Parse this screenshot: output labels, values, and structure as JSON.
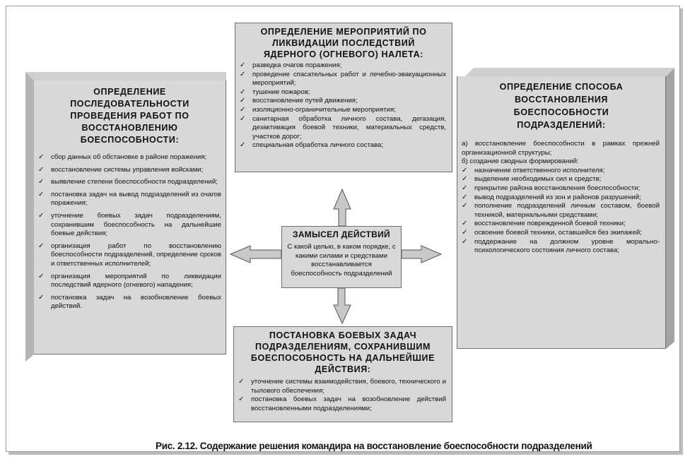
{
  "top": {
    "title": "ОПРЕДЕЛЕНИЕ МЕРОПРИЯТИЙ ПО ЛИКВИДАЦИИ ПОСЛЕДСТВИЙ ЯДЕРНОГО (ОГНЕВОГО) НАЛЕТА:",
    "items": [
      "разведка очагов поражения;",
      "проведение спасательных работ и лечебно-эвакуационных мероприятий;",
      "тушение пожаров;",
      "восстановление путей движения;",
      "изоляционно-ограничительные мероприятия;",
      "санитарная обработка личного состава, дегазация, дезактивация боевой техники, материальных средств, участков дорог;",
      "специальная обработка личного состава;"
    ]
  },
  "left": {
    "title": "ОПРЕДЕЛЕНИЕ ПОСЛЕДОВАТЕЛЬНОСТИ ПРОВЕДЕНИЯ РАБОТ ПО ВОССТАНОВЛЕНИЮ БОЕСПОСОБНОСТИ:",
    "items": [
      "сбор данных об обстановке в районе поражения;",
      "восстановление системы управления войсками;",
      "выявление степени боеспособности подразделений;",
      "постановка задач на вывод подразделений из очагов поражения;",
      "уточнение боевых задач подразделениям, сохранившим боеспособность на дальнейшие боевые действия;",
      "организация работ по восстановлению боеспособности подразделений, определение сроков и ответственных исполнителей;",
      "организация мероприятий по ликвидации последствий ядерного (огневого) нападения;",
      "постановка задач на возобновление боевых действий."
    ]
  },
  "right": {
    "title": "ОПРЕДЕЛЕНИЕ СПОСОБА ВОССТАНОВЛЕНИЯ БОЕСПОСОБНОСТИ ПОДРАЗДЕЛЕНИЙ:",
    "plain": [
      "а) восстановление боеспособности в рамках прежней организационной структуры;",
      "б) создание сводных формирований:"
    ],
    "items": [
      "назначение ответственного исполнителя;",
      "выделение необходимых сил и средств;",
      "прикрытие района восстановления боеспособности;",
      "вывод подразделений из зон и районов разрушений;",
      "пополнение подразделений личным составом, боевой техникой, материальными средствами;",
      "восстановление поврежденной боевой техники;",
      "освоение боевой техники, оставшейся без экипажей;",
      "поддержание на должном уровне морально-психологического состояния личного состава;"
    ]
  },
  "center": {
    "title": "ЗАМЫСЕЛ ДЕЙСТВИЙ",
    "text": "С какой целью, в каком порядке, с какими силами и средствами восстанавливается боеспособность подразделений"
  },
  "bottom": {
    "title": "ПОСТАНОВКА БОЕВЫХ ЗАДАЧ ПОДРАЗДЕЛЕНИЯМ, СОХРАНИВШИМ БОЕСПОСОБНОСТЬ НА ДАЛЬНЕЙШИЕ ДЕЙСТВИЯ:",
    "items": [
      "уточнение системы взаимодействия, боевого, технического и тылового обеспечения;",
      "постановка боевых задач на возобновление действий восстановленными подразделениями;"
    ]
  },
  "caption": "Рис. 2.12. Содержание решения командира на восстановление боеспособности подразделений",
  "colors": {
    "box_fill": "#d8d8d8",
    "box_side": "#a9a9a9",
    "arrow_fill": "#c8c8c8"
  }
}
